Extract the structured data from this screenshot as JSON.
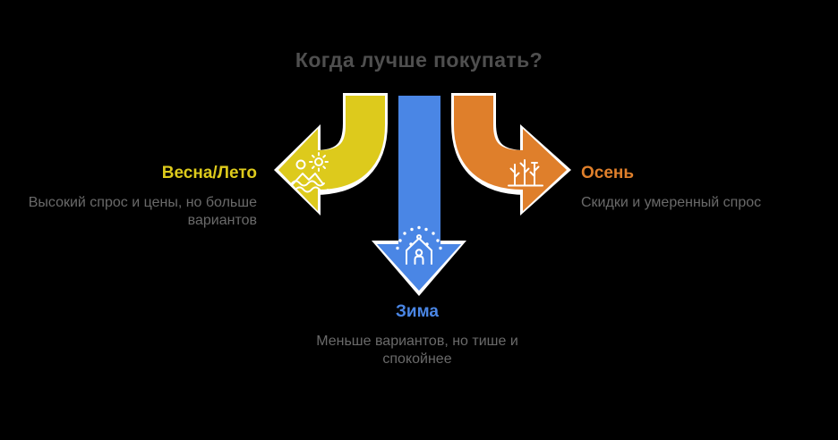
{
  "title": "Когда лучше покупать?",
  "sections": {
    "spring_summer": {
      "label": "Весна/Лето",
      "description": "Высокий спрос и цены, но больше вариантов",
      "icon": "beach-sun-mountains-icon",
      "arrow_direction": "left"
    },
    "winter": {
      "label": "Зима",
      "description": "Меньше вариантов, но тише и спокойнее",
      "icon": "house-snow-icon",
      "arrow_direction": "down"
    },
    "autumn": {
      "label": "Осень",
      "description": "Скидки и умеренный спрос",
      "icon": "bare-trees-icon",
      "arrow_direction": "right"
    }
  },
  "colors": {
    "background": "#000000",
    "title_text": "#4f4f4f",
    "description_text": "#6a6a6a",
    "spring_summer_yellow": "#ddca1c",
    "winter_blue": "#4a86e5",
    "autumn_orange": "#df7f2b",
    "arrow_outline": "#ffffff",
    "icon_stroke": "#ffffff"
  }
}
